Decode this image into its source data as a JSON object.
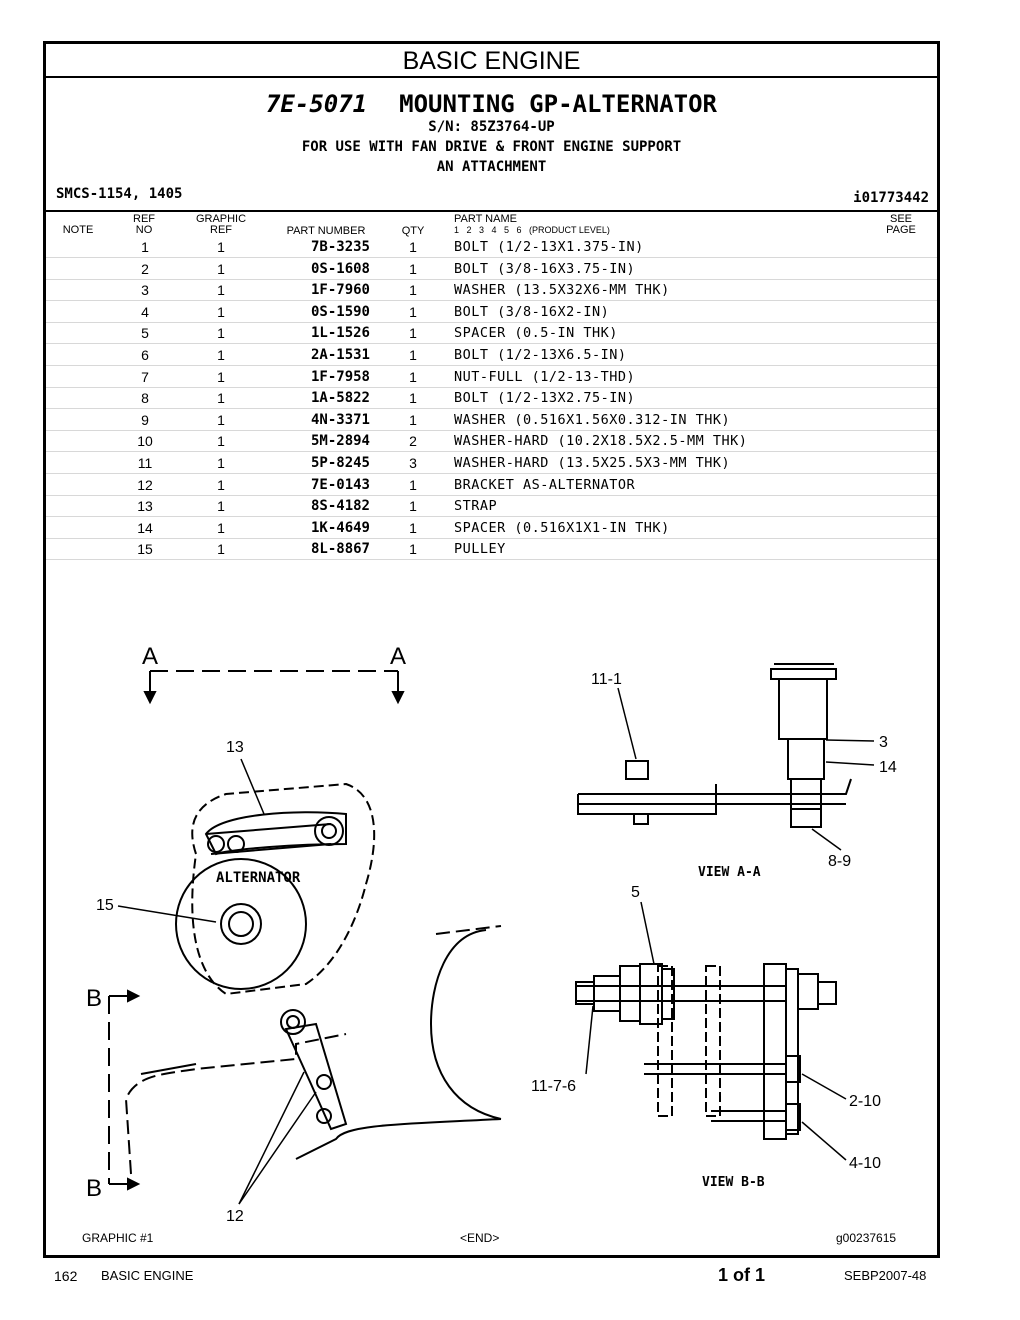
{
  "section_title": "BASIC ENGINE",
  "group": {
    "number": "7E-5071",
    "name": "MOUNTING GP-ALTERNATOR"
  },
  "subtitle_lines": [
    "S/N: 85Z3764-UP",
    "FOR USE WITH FAN DRIVE & FRONT ENGINE SUPPORT",
    "AN ATTACHMENT"
  ],
  "smcs": "SMCS-1154, 1405",
  "illustration_id": "i01773442",
  "headers": {
    "note": "NOTE",
    "ref_1": "REF",
    "ref_2": "NO",
    "graphic_1": "GRAPHIC",
    "graphic_2": "REF",
    "part_number": "PART NUMBER",
    "qty": "QTY",
    "part_name": "PART NAME",
    "levels": "1   2   3   4   5   6   (PRODUCT LEVEL)",
    "see_1": "SEE",
    "see_2": "PAGE"
  },
  "parts": [
    {
      "ref": "1",
      "graphic": "1",
      "pn": "7B-3235",
      "qty": "1",
      "name": "BOLT (1/2-13X1.375-IN)"
    },
    {
      "ref": "2",
      "graphic": "1",
      "pn": "0S-1608",
      "qty": "1",
      "name": "BOLT (3/8-16X3.75-IN)"
    },
    {
      "ref": "3",
      "graphic": "1",
      "pn": "1F-7960",
      "qty": "1",
      "name": "WASHER (13.5X32X6-MM THK)"
    },
    {
      "ref": "4",
      "graphic": "1",
      "pn": "0S-1590",
      "qty": "1",
      "name": "BOLT (3/8-16X2-IN)"
    },
    {
      "ref": "5",
      "graphic": "1",
      "pn": "1L-1526",
      "qty": "1",
      "name": "SPACER (0.5-IN THK)"
    },
    {
      "ref": "6",
      "graphic": "1",
      "pn": "2A-1531",
      "qty": "1",
      "name": "BOLT (1/2-13X6.5-IN)"
    },
    {
      "ref": "7",
      "graphic": "1",
      "pn": "1F-7958",
      "qty": "1",
      "name": "NUT-FULL (1/2-13-THD)"
    },
    {
      "ref": "8",
      "graphic": "1",
      "pn": "1A-5822",
      "qty": "1",
      "name": "BOLT (1/2-13X2.75-IN)"
    },
    {
      "ref": "9",
      "graphic": "1",
      "pn": "4N-3371",
      "qty": "1",
      "name": "WASHER (0.516X1.56X0.312-IN THK)"
    },
    {
      "ref": "10",
      "graphic": "1",
      "pn": "5M-2894",
      "qty": "2",
      "name": "WASHER-HARD (10.2X18.5X2.5-MM THK)"
    },
    {
      "ref": "11",
      "graphic": "1",
      "pn": "5P-8245",
      "qty": "3",
      "name": "WASHER-HARD (13.5X25.5X3-MM THK)"
    },
    {
      "ref": "12",
      "graphic": "1",
      "pn": "7E-0143",
      "qty": "1",
      "name": "BRACKET AS-ALTERNATOR"
    },
    {
      "ref": "13",
      "graphic": "1",
      "pn": "8S-4182",
      "qty": "1",
      "name": "STRAP"
    },
    {
      "ref": "14",
      "graphic": "1",
      "pn": "1K-4649",
      "qty": "1",
      "name": "SPACER (0.516X1X1-IN THK)"
    },
    {
      "ref": "15",
      "graphic": "1",
      "pn": "8L-8867",
      "qty": "1",
      "name": "PULLEY"
    }
  ],
  "drawing": {
    "label_a_left": "A",
    "label_a_right": "A",
    "label_b_top": "B",
    "label_b_bottom": "B",
    "alternator": "ALTERNATOR",
    "callout_13": "13",
    "callout_15": "15",
    "callout_12": "12",
    "callout_11_1": "11-1",
    "callout_3": "3",
    "callout_14": "14",
    "callout_8_9": "8-9",
    "view_aa": "VIEW A-A",
    "callout_5": "5",
    "callout_11_7_6": "11-7-6",
    "callout_2_10": "2-10",
    "callout_4_10": "4-10",
    "view_bb": "VIEW B-B"
  },
  "graphic_caption": "GRAPHIC #1",
  "end_caption": "<END>",
  "graphic_id": "g00237615",
  "footer": {
    "page_number": "162",
    "section": "BASIC ENGINE",
    "page_of": "1 of 1",
    "doc_id": "SEBP2007-48"
  }
}
